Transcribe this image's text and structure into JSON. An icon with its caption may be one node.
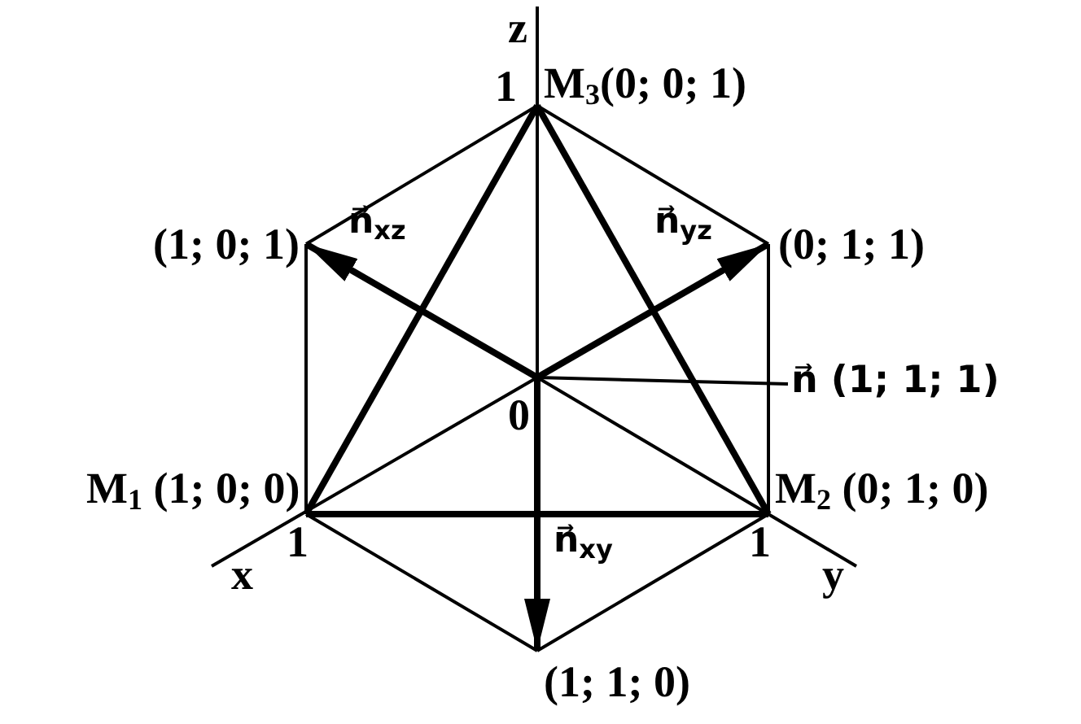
{
  "diagram": {
    "nodes": [
      {
        "text": [
          "M$_{3}$(0; 0; 1)"
        ]
      },
      {
        "text": [
          "(1; 0; 1)"
        ]
      },
      {
        "text": [
          "(0; 1; 1)"
        ]
      },
      {
        "text": [
          "0"
        ]
      },
      {
        "text": [
          "n⃗ (1; 1; 1)"
        ]
      },
      {
        "text": [
          "M$_{1}$ (1; 0; 0)"
        ]
      },
      {
        "text": [
          "M$_{2}$ (0; 1; 0)"
        ]
      },
      {
        "text": [
          "(1; 1; 0)"
        ]
      }
    ],
    "edges": [
      {
        "from": 0,
        "to": 1,
        "arrow": "none"
      },
      {
        "from": 0,
        "to": 2,
        "arrow": "none"
      },
      {
        "from": 1,
        "to": 5,
        "arrow": "none"
      },
      {
        "from": 2,
        "to": 6,
        "arrow": "none"
      },
      {
        "from": 5,
        "to": 7,
        "arrow": "none"
      },
      {
        "from": 6,
        "to": 7,
        "arrow": "none"
      },
      {
        "from": 5,
        "to": 6,
        "arrow": "none",
        "style": "thick"
      },
      {
        "from": 5,
        "to": 0,
        "arrow": "none",
        "style": "thick"
      },
      {
        "from": 6,
        "to": 0,
        "arrow": "none",
        "style": "thick"
      },
      {
        "from": 3,
        "to": 1,
        "arrow": "to",
        "style": "thick",
        "label": "n⃗$_{xz}$"
      },
      {
        "from": 3,
        "to": 2,
        "arrow": "to",
        "style": "thick",
        "label": "n⃗$_{yz}$"
      },
      {
        "from": 3,
        "to": 7,
        "arrow": "to",
        "style": "thick",
        "label": "n⃗$_{xy}$"
      },
      {
        "from": 3,
        "to": 4,
        "arrow": "none"
      }
    ],
    "labels": [
      "z",
      "1",
      "x",
      "1",
      "1",
      "y"
    ]
  }
}
